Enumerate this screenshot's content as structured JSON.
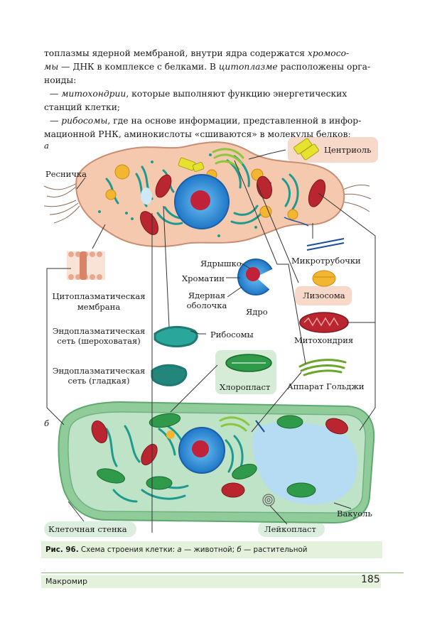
{
  "text": {
    "p1_a": "топлазмы ядерной мембраной, внутри ядра содержатся ",
    "p1_b": "хромосо-",
    "p2_a": "мы",
    "p2_b": " — ДНК в комплексе с белками. В ",
    "p2_c": "цитоплазме",
    "p2_d": " расположены орга-",
    "p3": "ноиды:",
    "p4_a": "— ",
    "p4_b": "митохондрии",
    "p4_c": ", которые выполняют функцию энергетических",
    "p5": "станций клетки;",
    "p6_a": "— ",
    "p6_b": "рибосомы",
    "p6_c": ", где на основе информации, представленной в инфор-",
    "p7": "мационной РНК, аминокислоты «сшиваются» в молекулы белков;"
  },
  "figure": {
    "label_a": "а",
    "label_b": "б",
    "labels": {
      "centriole": "Центриоль",
      "cilium": "Ресничка",
      "microtubules": "Микротрубочки",
      "nucleolus": "Ядрышко",
      "chromatin": "Хроматин",
      "nuclear_envelope_1": "Ядерная",
      "nuclear_envelope_2": "оболочка",
      "nucleus": "Ядро",
      "cyto_membrane_1": "Цитоплазматическая",
      "cyto_membrane_2": "мембрана",
      "lysosome": "Лизосома",
      "er_rough_1": "Эндоплазматическая",
      "er_rough_2": "сеть (шероховатая)",
      "ribosomes": "Рибосомы",
      "mitochondrion": "Митохондрия",
      "er_smooth_1": "Эндоплазматическая",
      "er_smooth_2": "сеть (гладкая)",
      "chloroplast": "Хлоропласт",
      "golgi": "Аппарат Гольджи",
      "vacuole": "Вакуоль",
      "cell_wall": "Клеточная стенка",
      "leucoplast": "Лейкопласт"
    }
  },
  "caption": {
    "fig": "Рис. 96.",
    "text_a": " Схема строения клетки: ",
    "a": "а",
    "text_b": " — животной; ",
    "b": "б",
    "text_c": " — растительной"
  },
  "footer": {
    "section": "Макромир",
    "page": "185"
  },
  "colors": {
    "animal_cell": "#f5c9ae",
    "plant_cell": "#bfe3c6",
    "nucleus": "#2f8fd6",
    "nucleolus": "#c2213a",
    "er": "#1e9a8f",
    "mitochondrion": "#b9262f",
    "chloroplast": "#2e9a4a",
    "golgi": "#8cc63f",
    "lysosome": "#f2b630",
    "centriole": "#e7e12f",
    "vacuole": "#b5dcf2"
  }
}
